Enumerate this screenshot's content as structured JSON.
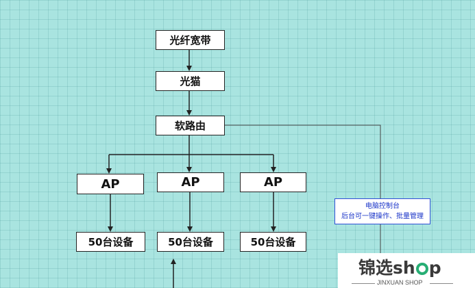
{
  "nodes": {
    "fiber": "光纤宽带",
    "modem": "光猫",
    "router": "软路由",
    "ap": [
      "AP",
      "AP",
      "AP"
    ],
    "devices": [
      "50台设备",
      "50台设备",
      "50台设备"
    ]
  },
  "note": {
    "line1": "电脑控制台",
    "line2": "后台可一键操作、批量管理"
  },
  "watermark": {
    "brand_a": "锦选sh",
    "brand_b": "p",
    "subtitle": "JINXUAN SHOP"
  },
  "colors": {
    "background": "#a9e4e0",
    "note_text": "#1a34c8",
    "brand_green": "#27ae74"
  }
}
